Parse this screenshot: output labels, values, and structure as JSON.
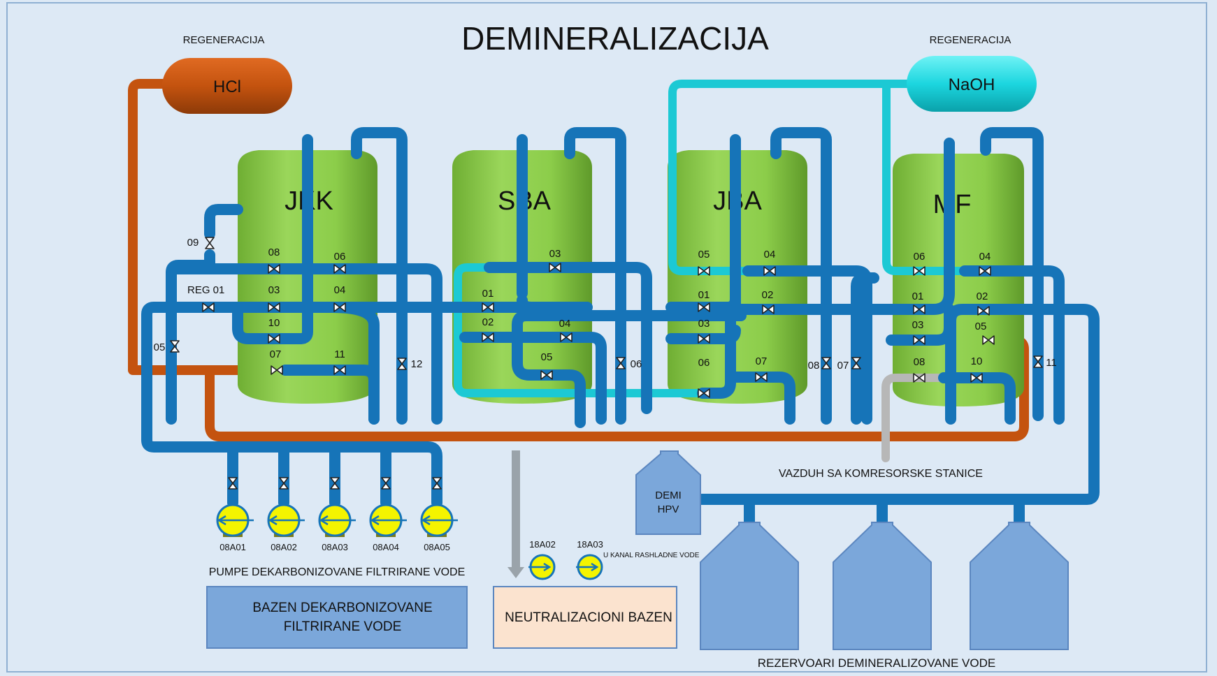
{
  "title": "DEMINERALIZACIJA",
  "regeneration_left": "REGENERACIJA",
  "regeneration_right": "REGENERACIJA",
  "chemicals": {
    "hcl": "HCl",
    "naoh": "NaOH"
  },
  "tanks": {
    "jkk": "JKK",
    "sba": "SBA",
    "jba": "JBA",
    "mf": "MF"
  },
  "valves": {
    "jkk_08": "08",
    "jkk_06": "06",
    "jkk_03": "03",
    "jkk_04": "04",
    "jkk_10": "10",
    "jkk_07": "07",
    "jkk_11": "11",
    "v09": "09",
    "reg01": "REG 01",
    "v05_left": "05",
    "v12": "12",
    "sba_03": "03",
    "sba_01": "01",
    "sba_02": "02",
    "sba_04": "04",
    "sba_05": "05",
    "sba_06": "06",
    "jba_05": "05",
    "jba_04": "04",
    "jba_01": "01",
    "jba_02": "02",
    "jba_03": "03",
    "jba_06": "06",
    "jba_07": "07",
    "jba_08": "08",
    "jba_07b": "07",
    "mf_06": "06",
    "mf_04": "04",
    "mf_01": "01",
    "mf_02": "02",
    "mf_03": "03",
    "mf_05": "05",
    "mf_08": "08",
    "mf_10": "10",
    "mf_11": "11"
  },
  "pumps": [
    "08A01",
    "08A02",
    "08A03",
    "08A04",
    "08A05"
  ],
  "pumps_caption": "PUMPE DEKARBONIZOVANE FILTRIRANE VODE",
  "pool_left": {
    "line1": "BAZEN DEKARBONIZOVANE",
    "line2": "FILTRIRANE VODE"
  },
  "neutral_pumps": [
    "18A02",
    "18A03"
  ],
  "canal_note": "U KANAL RASHLADNE VODE",
  "neutral_pool": "NEUTRALIZACIONI BAZEN",
  "air_label": "VAZDUH SA KOMRESORSKE STANICE",
  "demi_hpv": {
    "line1": "DEMI",
    "line2": "HPV"
  },
  "reservoirs_caption": "REZERVOARI DEMINERALIZOVANE VODE",
  "colors": {
    "background": "#dde9f5",
    "pipe_water": "#1674b8",
    "pipe_acid": "#c4530f",
    "pipe_caustic": "#1cc9d4",
    "pipe_air": "#b7b7b7",
    "tank_green": "#8ccd4a",
    "pump_yellow": "#f4f400",
    "reservoir_blue": "#7ba7da",
    "neutral_pool_fill": "#fbe3cf"
  }
}
